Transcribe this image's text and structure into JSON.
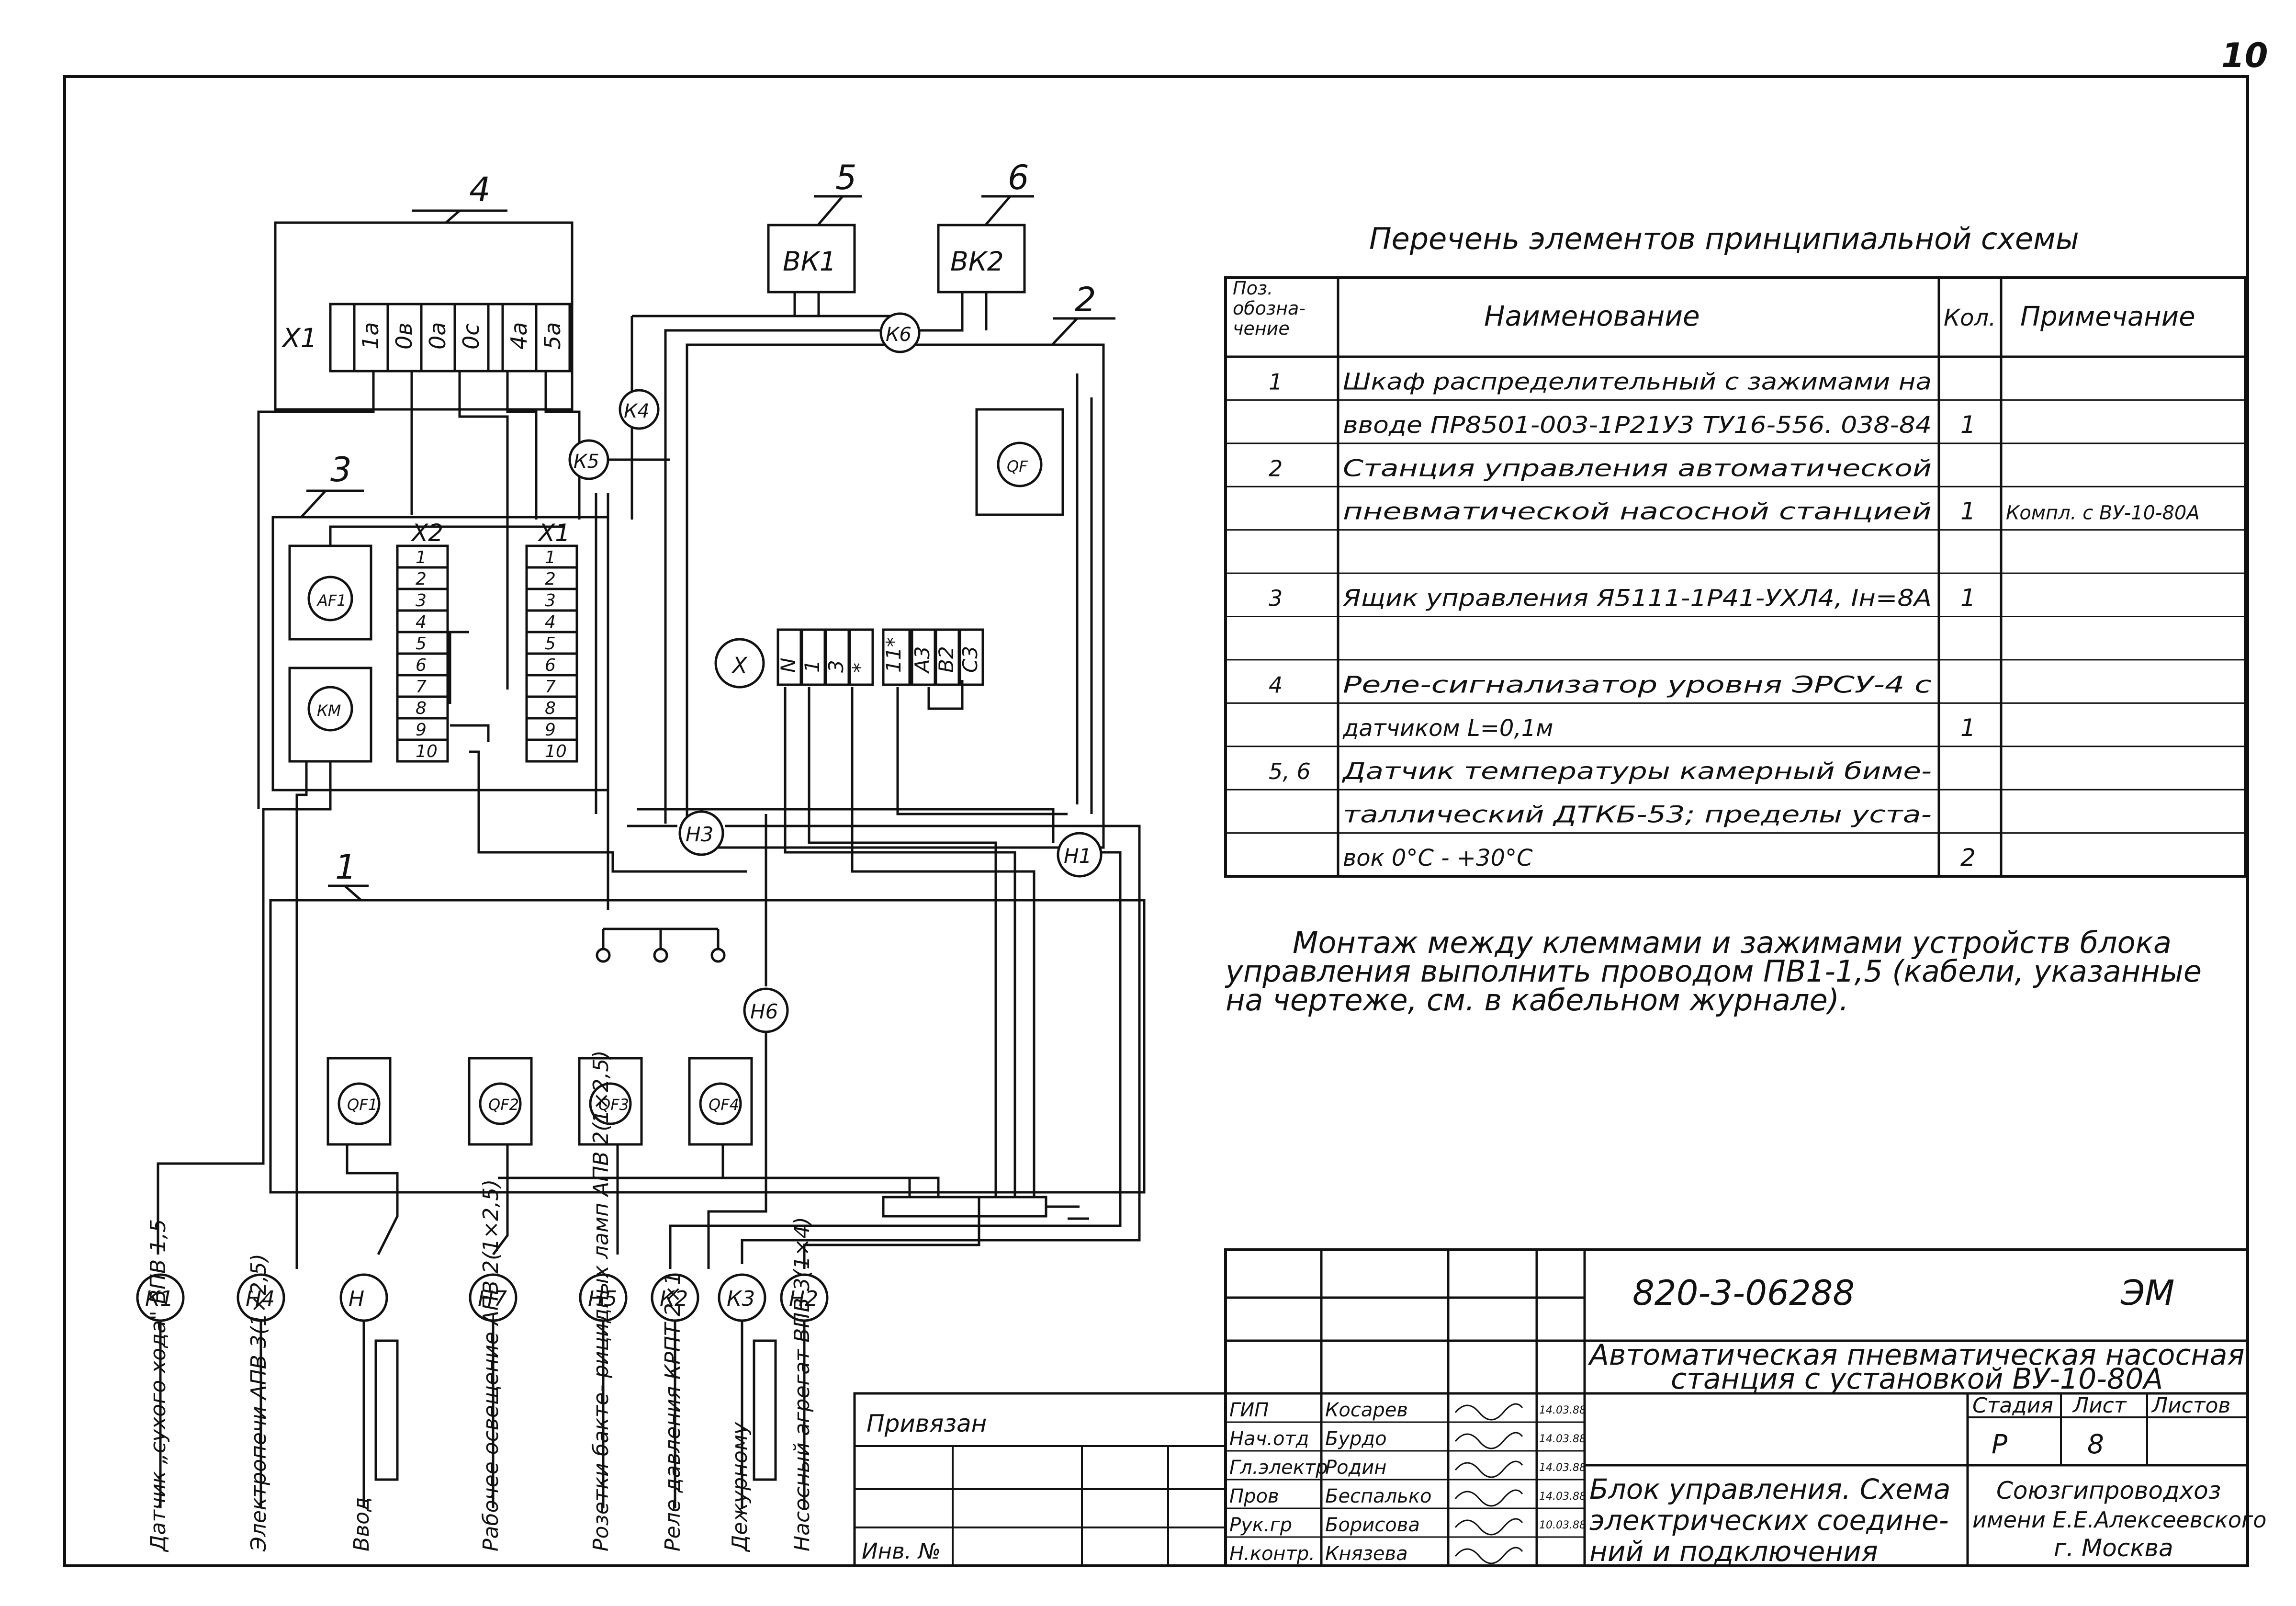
{
  "sheet_number_corner": "10",
  "schematic": {
    "block_labels": [
      "4",
      "3",
      "1",
      "5",
      "6",
      "2"
    ],
    "sensors": [
      "ВК1",
      "ВК2"
    ],
    "cable_markers_internal": [
      "К6",
      "К4",
      "К5",
      "Н3",
      "Н1",
      "Н6"
    ],
    "terminal_block_4": {
      "name": "X1",
      "terminals": [
        "1а",
        "0в",
        "0а",
        "0с",
        "4а",
        "5а"
      ]
    },
    "terminal_block_x2": {
      "name": "X2",
      "terminals": [
        "1",
        "2",
        "3",
        "4",
        "5",
        "6",
        "7",
        "8",
        "9",
        "10"
      ]
    },
    "terminal_block_x1": {
      "name": "X1",
      "terminals": [
        "1",
        "2",
        "3",
        "4",
        "5",
        "6",
        "7",
        "8",
        "9",
        "10"
      ]
    },
    "breakers_box3": [
      "АF1",
      "КМ"
    ],
    "breaker_box2": "QF",
    "station_terminals": [
      "N",
      "1",
      "3",
      "*",
      "11*",
      "А3",
      "В2",
      "С3"
    ],
    "station_symbol": "X",
    "breakers_box1": [
      "QF1",
      "QF2",
      "QF3",
      "QF4"
    ],
    "bottom_cables": [
      {
        "marker": "К1",
        "label": "Датчик „сухого хода\" ВПВ 1,5"
      },
      {
        "marker": "Н4",
        "label": "Электропечи АПВ 3(1×2,5)"
      },
      {
        "marker": "Н",
        "label": "Ввод"
      },
      {
        "marker": "Н7",
        "label": "Рабочее освещение АПВ 2(1×2,5)"
      },
      {
        "marker": "Н5",
        "label": "Розетки бакте- рицидных ламп АПВ 2(1×2,5)"
      },
      {
        "marker": "К2",
        "label": "Реле давления КРПТ 2×1"
      },
      {
        "marker": "К3",
        "label": "Дежурному"
      },
      {
        "marker": "Н2",
        "label": "Насосный агрегат ВПВ 3(1×4)"
      }
    ]
  },
  "elements_list": {
    "title": "Перечень элементов принципиальной схемы",
    "headers": [
      "Поз. обозна- чение",
      "Наименование",
      "Кол.",
      "Примечание"
    ],
    "rows": [
      {
        "pos": "1",
        "name": "Шкаф распределительный с зажимами на",
        "qty": "",
        "note": ""
      },
      {
        "pos": "",
        "name": "вводе ПР8501-003-1Р21У3 ТУ16-556. 038-84",
        "qty": "1",
        "note": ""
      },
      {
        "pos": "2",
        "name": "Станция управления автоматической",
        "qty": "",
        "note": ""
      },
      {
        "pos": "",
        "name": "пневматической насосной станцией",
        "qty": "1",
        "note": "Компл. с ВУ-10-80А"
      },
      {
        "pos": "",
        "name": "",
        "qty": "",
        "note": ""
      },
      {
        "pos": "3",
        "name": "Ящик управления Я5111-1Р41-УХЛ4, Iн=8А",
        "qty": "1",
        "note": ""
      },
      {
        "pos": "",
        "name": "",
        "qty": "",
        "note": ""
      },
      {
        "pos": "4",
        "name": "Реле-сигнализатор уровня ЭРСУ-4 с",
        "qty": "",
        "note": ""
      },
      {
        "pos": "",
        "name": "датчиком L=0,1м",
        "qty": "1",
        "note": ""
      },
      {
        "pos": "5, 6",
        "name": "Датчик температуры камерный биме-",
        "qty": "",
        "note": ""
      },
      {
        "pos": "",
        "name": "таллический ДТКБ-53; пределы уста-",
        "qty": "",
        "note": ""
      },
      {
        "pos": "",
        "name": "вок 0°С - +30°С",
        "qty": "2",
        "note": ""
      }
    ]
  },
  "note_text": [
    "Монтаж между клеммами и зажимами устройств блока",
    "управления выполнить проводом ПВ1-1,5 (кабели, указанные",
    "на чертеже, см. в кабельном журнале)."
  ],
  "title_block": {
    "doc_code": "820-3-06288",
    "section": "ЭМ",
    "project_title_1": "Автоматическая пневматическая насосная",
    "project_title_2": "станция с установкой ВУ-10-80А",
    "sheet_title_1": "Блок управления. Схема",
    "sheet_title_2": "электрических соедине-",
    "sheet_title_3": "ний и подключения",
    "stage_label": "Стадия",
    "sheet_label": "Лист",
    "sheets_label": "Листов",
    "stage": "Р",
    "sheet": "8",
    "org_1": "Союзгипроводхоз",
    "org_2": "имени Е.Е.Алексеевского",
    "org_3": "г. Москва",
    "signatures": [
      {
        "role": "ГИП",
        "name": "Косарев",
        "date": "14.03.88"
      },
      {
        "role": "Нач.отд",
        "name": "Бурдо",
        "date": "14.03.88"
      },
      {
        "role": "Гл.электр",
        "name": "Родин",
        "date": "14.03.88"
      },
      {
        "role": "Пров",
        "name": "Беспалько",
        "date": "14.03.88"
      },
      {
        "role": "Рук.гр",
        "name": "Борисова",
        "date": "10.03.88"
      },
      {
        "role": "Н.контр.",
        "name": "Князева",
        "date": ""
      }
    ],
    "linked_label": "Привязан",
    "inv_label": "Инв. №"
  }
}
